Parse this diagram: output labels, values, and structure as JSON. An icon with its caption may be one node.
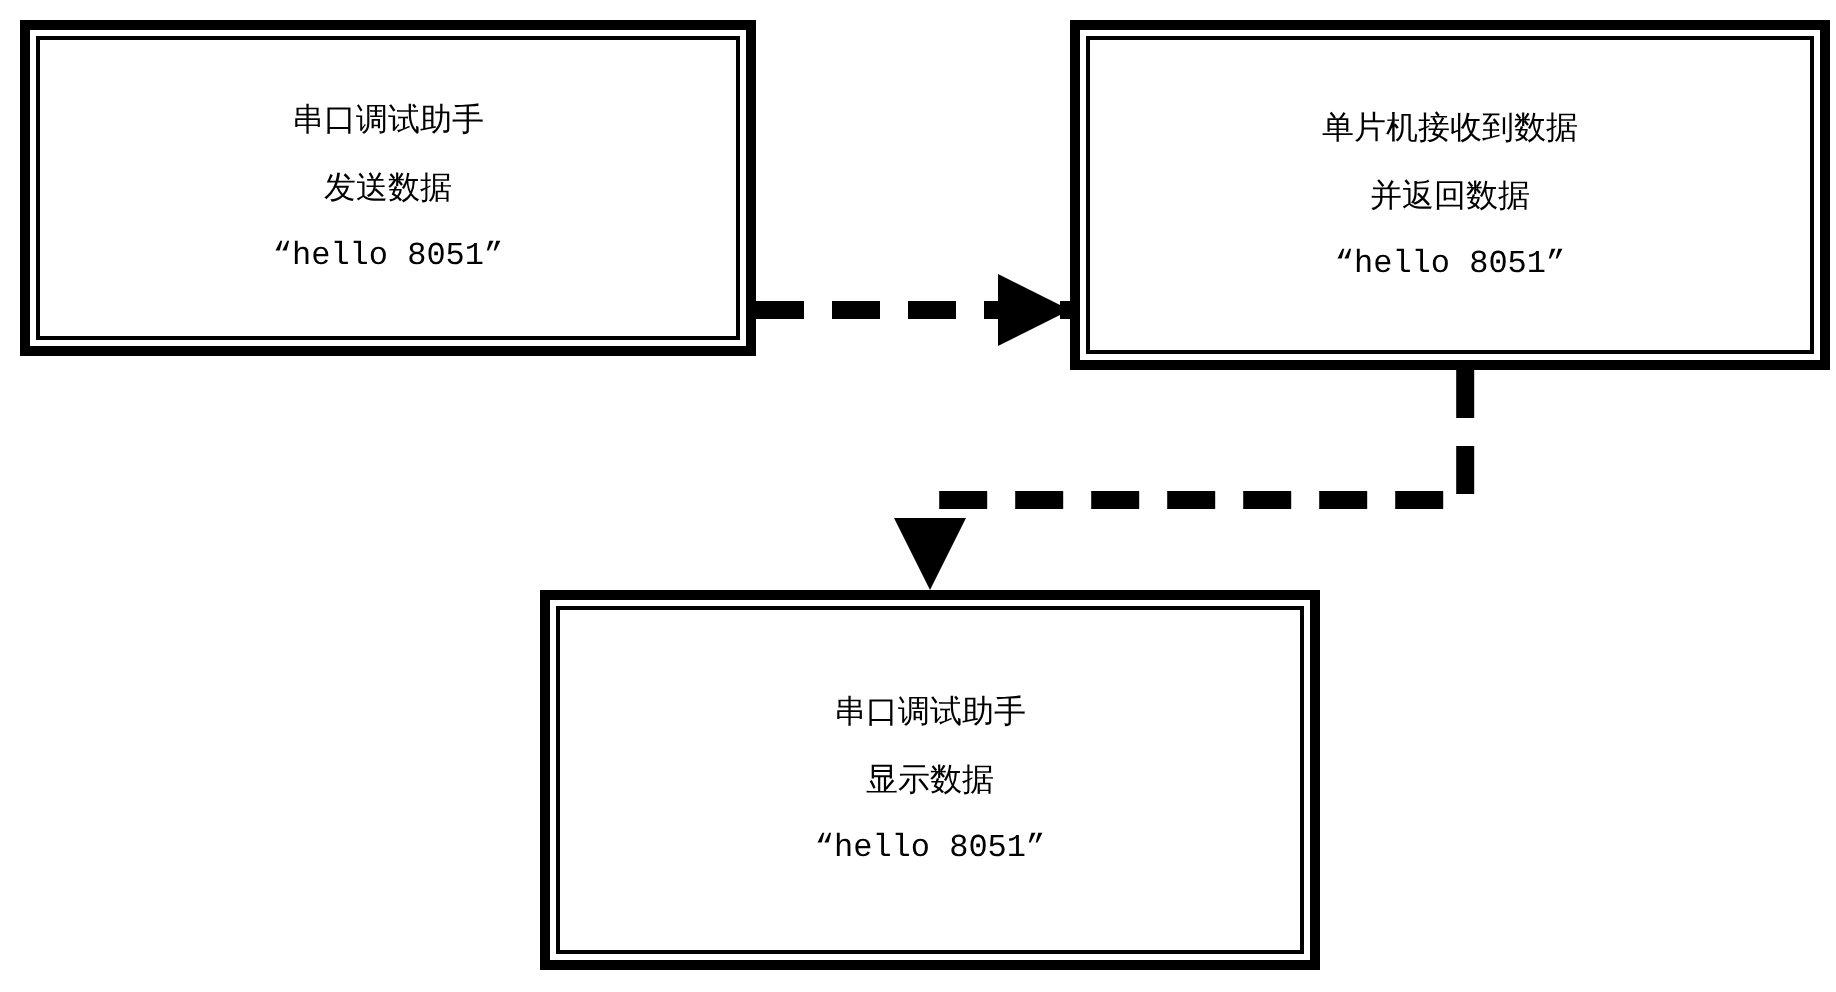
{
  "diagram": {
    "nodes": [
      {
        "text": [
          "串口调试助手",
          "发送数据",
          "“hello 8051”"
        ]
      },
      {
        "text": [
          "单片机接收到数据",
          "并返回数据",
          "“hello 8051”"
        ]
      },
      {
        "text": [
          "串口调试助手",
          "显示数据",
          "“hello 8051”"
        ]
      }
    ],
    "edges": [
      {
        "from": 0,
        "to": 1,
        "arrow": "to",
        "style": "dashed"
      },
      {
        "from": 1,
        "to": 2,
        "arrow": "to",
        "style": "dashed"
      }
    ]
  }
}
